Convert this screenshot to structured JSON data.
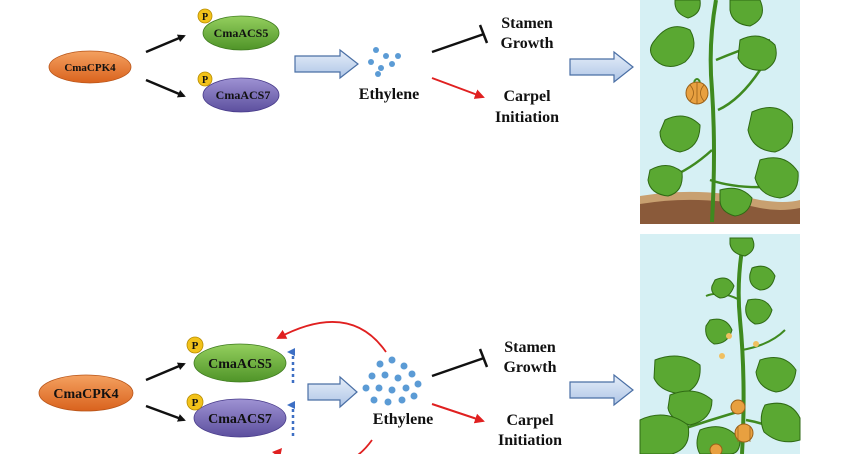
{
  "top": {
    "kinase": "CmaCPK4",
    "acs5": "CmaACS5",
    "acs7": "CmaACS7",
    "phospho": "P",
    "hormone": "Ethylene",
    "stamen_line1": "Stamen",
    "stamen_line2": "Growth",
    "carpel_line1": "Carpel",
    "carpel_line2": "Initiation"
  },
  "bottom": {
    "kinase": "CmaCPK4",
    "acs5": "CmaACS5",
    "acs7": "CmaACS7",
    "phospho": "P",
    "hormone": "Ethylene",
    "stamen_line1": "Stamen",
    "stamen_line2": "Growth",
    "carpel_line1": "Carpel",
    "carpel_line2": "Initiation"
  },
  "colors": {
    "kinase": "#e8782f",
    "acs5": "#6cab3c",
    "acs7": "#7a6cb5",
    "phospho": "#f2c21a",
    "ethylene_dot": "#5b9bd5",
    "activation_arrow": "#111111",
    "feedback_arrow": "#e02020",
    "promote_arrow": "#e02020",
    "block_arrow_fill": "#c9d9f0",
    "block_arrow_stroke": "#4a6fa5",
    "sky": "#d6f0f4",
    "leaf": "#5aa832",
    "fruit": "#e8a040"
  }
}
